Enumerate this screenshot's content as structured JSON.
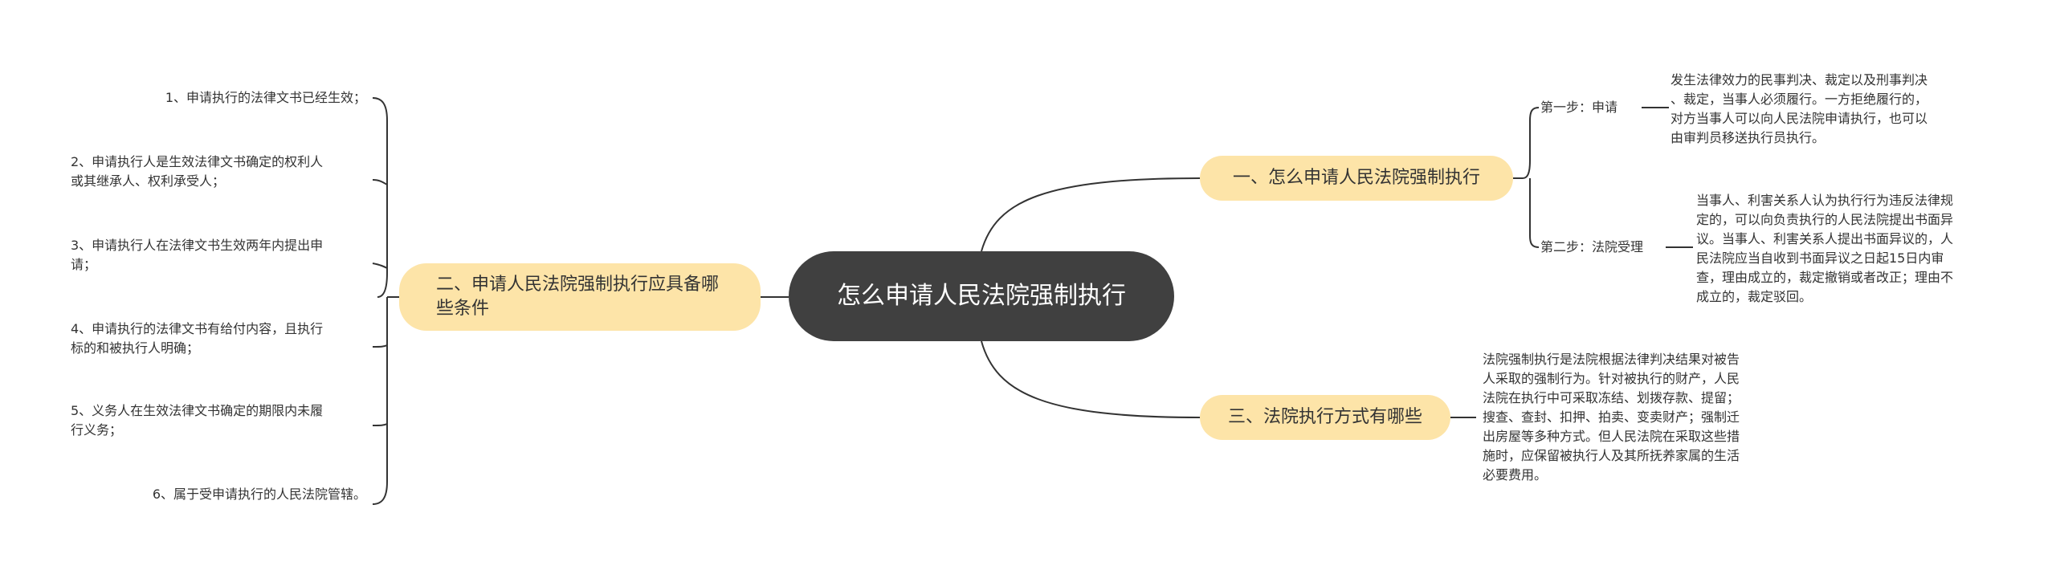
{
  "central": {
    "title": "怎么申请人民法院强制执行"
  },
  "branches": {
    "one": {
      "label": "一、怎么申请人民法院强制执行",
      "steps": [
        {
          "label": "第一步：申请",
          "text": [
            "发生法律效力的民事判决、裁定以及刑事判决",
            "、裁定，当事人必须履行。一方拒绝履行的，",
            "对方当事人可以向人民法院申请执行，也可以",
            "由审判员移送执行员执行。"
          ]
        },
        {
          "label": "第二步：法院受理",
          "text": [
            "当事人、利害关系人认为执行行为违反法律规",
            "定的，可以向负责执行的人民法院提出书面异",
            "议。当事人、利害关系人提出书面异议的，人",
            "民法院应当自收到书面异议之日起15日内审",
            "查，理由成立的，裁定撤销或者改正；理由不",
            "成立的，裁定驳回。"
          ]
        }
      ]
    },
    "two": {
      "label": "二、申请人民法院强制执行应具备哪些条件",
      "items": [
        [
          "1、申请执行的法律文书已经生效；"
        ],
        [
          "2、申请执行人是生效法律文书确定的权利人",
          "或其继承人、权利承受人；"
        ],
        [
          "3、申请执行人在法律文书生效两年内提出申",
          "请；"
        ],
        [
          "4、申请执行的法律文书有给付内容，且执行",
          "标的和被执行人明确；"
        ],
        [
          "5、义务人在生效法律文书确定的期限内未履",
          "行义务；"
        ],
        [
          "6、属于受申请执行的人民法院管辖。"
        ]
      ]
    },
    "three": {
      "label": "三、法院执行方式有哪些",
      "text": [
        "法院强制执行是法院根据法律判决结果对被告",
        "人采取的强制行为。针对被执行的财产，人民",
        "法院在执行中可采取冻结、划拨存款、提留；",
        "搜查、查封、扣押、拍卖、变卖财产；强制迁",
        "出房屋等多种方式。但人民法院在采取这些措",
        "施时，应保留被执行人及其所抚养家属的生活",
        "必要费用。"
      ]
    }
  },
  "colors": {
    "central_bg": "#404040",
    "branch_bg": "#fde4a8",
    "line": "#333333",
    "text": "#333333"
  }
}
